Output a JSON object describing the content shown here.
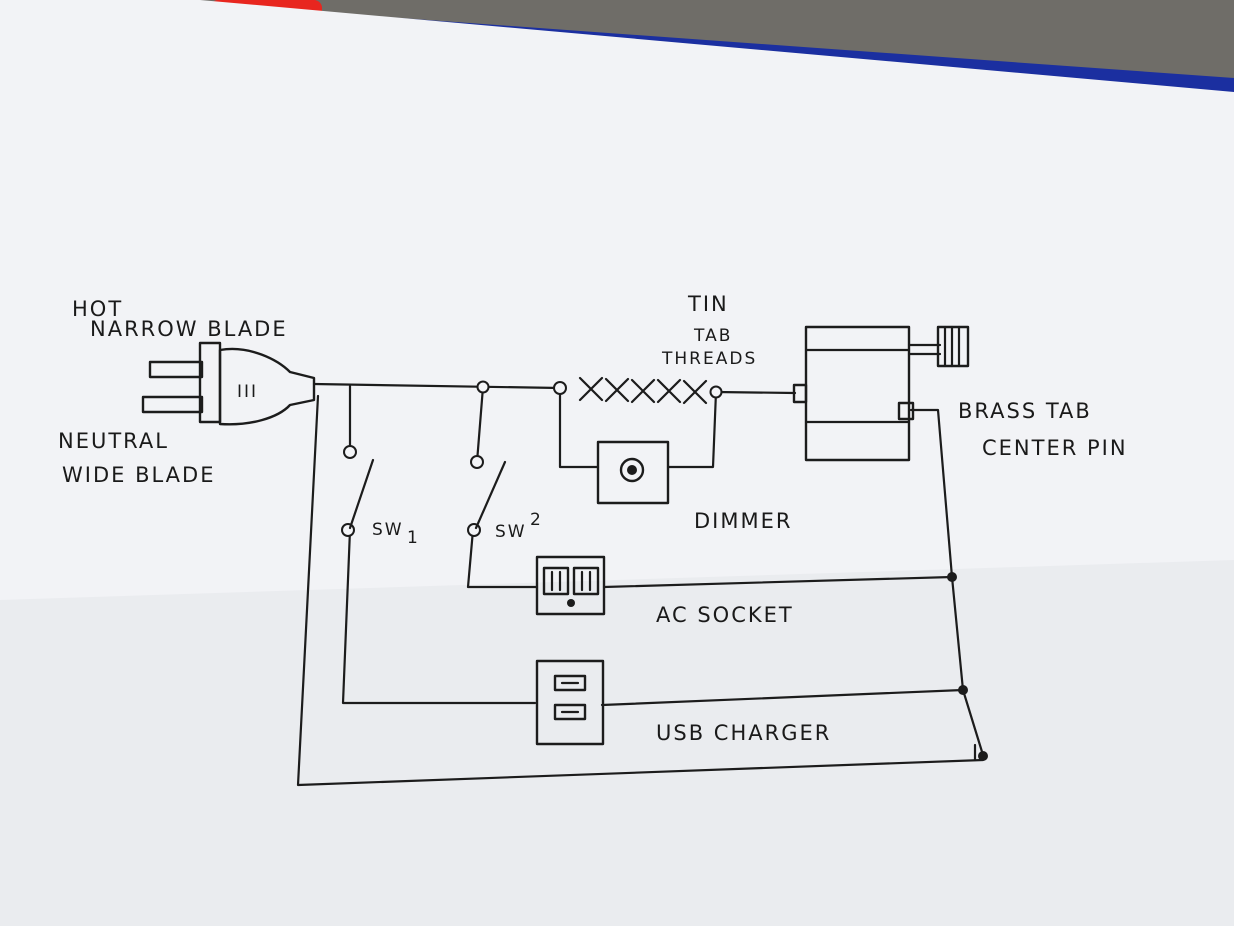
{
  "colors": {
    "paper": "#f2f3f6",
    "ink": "#1c1c1c",
    "carpet": "#6f6d68",
    "binder_blue": "#1b2fa0",
    "marker_red": "#e8261f"
  },
  "labels": {
    "hot_line1": "HOT",
    "hot_line2": "NARROW BLADE",
    "neutral_line1": "NEUTRAL",
    "neutral_line2": "WIDE BLADE",
    "tin_line1": "TIN",
    "tin_line2": "TAB",
    "tin_line3": "THREADS",
    "brass_line1": "BRASS TAB",
    "brass_line2": "CENTER PIN",
    "dimmer": "DIMMER",
    "sw1": "SW",
    "sw1_sub": "1",
    "sw2": "SW",
    "sw2_sup": "2",
    "ac_socket": "AC SOCKET",
    "usb_charger": "USB CHARGER",
    "plug_marks": "III"
  },
  "icons": {
    "plug": "plug-icon",
    "dimmer_knob": "knob-icon",
    "outlet": "outlet-icon",
    "usb": "usb-port-icon",
    "lamp_socket": "lamp-socket-icon"
  }
}
